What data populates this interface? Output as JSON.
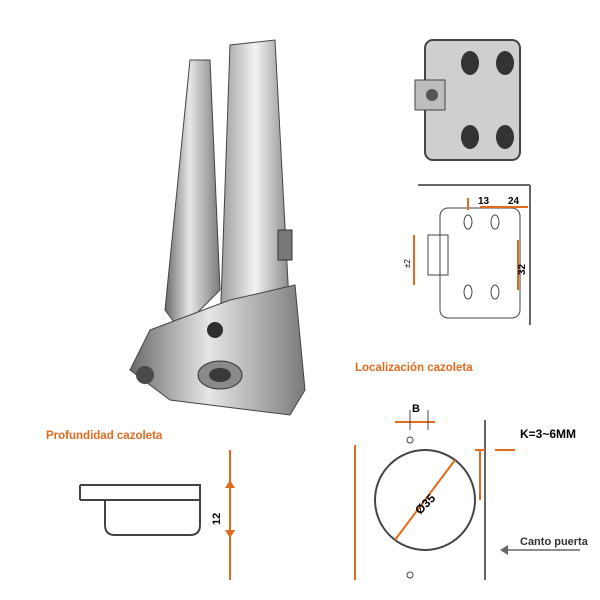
{
  "labels": {
    "localizacion": "Localización cazoleta",
    "profundidad": "Profundidad cazoleta",
    "canto": "Canto puerta",
    "k_value": "K=3~6MM",
    "b": "B",
    "diameter": "Ø35",
    "depth": "12",
    "dim_13": "13",
    "dim_24": "24",
    "dim_32": "32",
    "dim_pm2": "±2"
  },
  "colors": {
    "accent": "#e06a1e",
    "line": "#333333",
    "metal_light": "#d9d9d9",
    "metal_dark": "#555555"
  }
}
